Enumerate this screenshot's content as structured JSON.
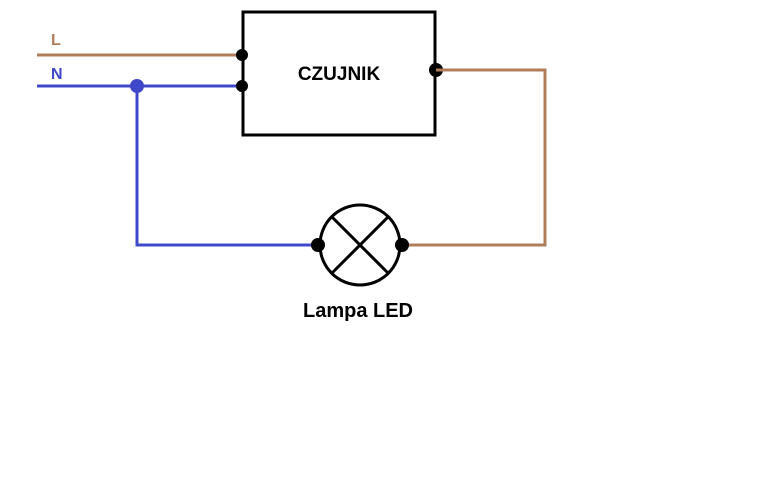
{
  "diagram": {
    "wires": {
      "live": {
        "label": "L",
        "color": "#b07d5a"
      },
      "neutral": {
        "label": "N",
        "color": "#3f48c8"
      }
    },
    "sensor": {
      "label": "CZUJNIK"
    },
    "lamp": {
      "label": "Lampa LED"
    },
    "colors": {
      "line": "#000000",
      "background": "#ffffff"
    }
  }
}
